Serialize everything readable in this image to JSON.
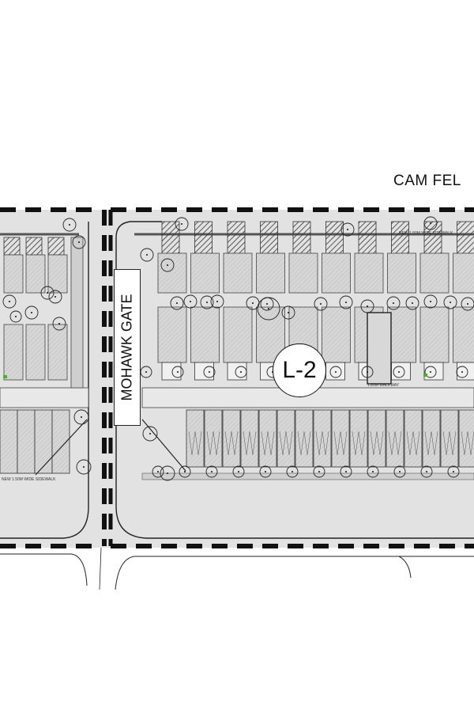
{
  "street_label": "CAM FEL",
  "gate_label": "MOHAWK GATE",
  "lot_label": "L-2",
  "notes": {
    "sidewalk": "NEW 1.50M WIDE SIDEWALK",
    "walkway": "1.80M WALKWAY",
    "left_sidewalk": "NEW 1.50M WIDE SIDEWALK"
  },
  "colors": {
    "site": "#e2e2e2",
    "boundary": "#111111",
    "accent_green": "#4caf2a"
  }
}
